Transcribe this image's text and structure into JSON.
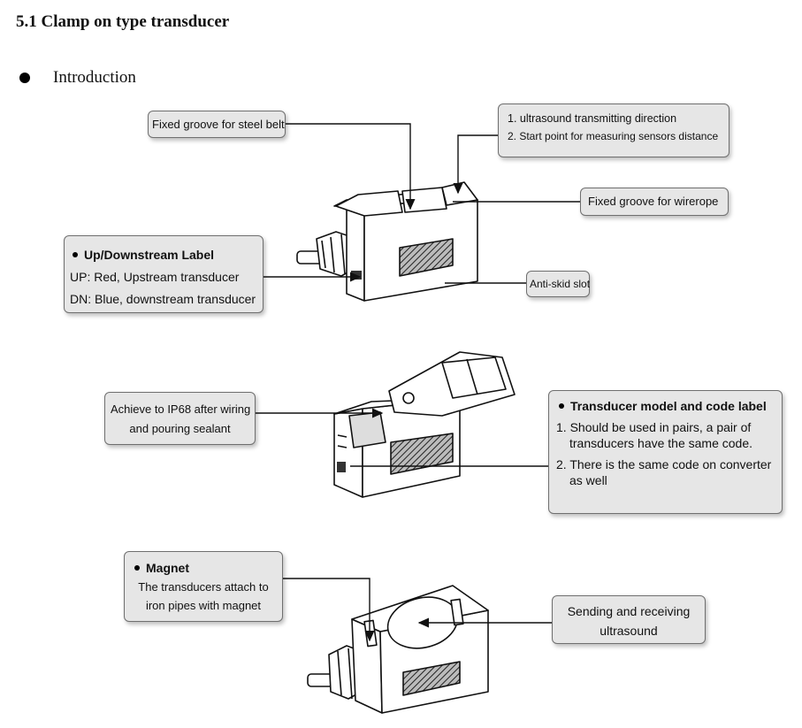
{
  "heading": "5.1 Clamp on type transducer",
  "intro": "Introduction",
  "callouts": {
    "steel_belt": "Fixed groove for steel belt",
    "ultrasound_dir_1": "1. ultrasound transmitting direction",
    "ultrasound_dir_2": "2. Start point for measuring sensors distance",
    "wirerope": "Fixed groove for wirerope",
    "updown_title": "Up/Downstream Label",
    "updown_up": "UP: Red, Upstream transducer",
    "updown_dn": "DN: Blue, downstream transducer",
    "anti_skid": "Anti-skid slot",
    "ip68_line1": "Achieve to IP68 after wiring",
    "ip68_line2": "and pouring sealant",
    "model_title": "Transducer model and code label",
    "model_1a": "1. Should be used in pairs, a pair of",
    "model_1b": "transducers have the same code.",
    "model_2a": "2. There is the same code on converter",
    "model_2b": "as well",
    "magnet_title": "Magnet",
    "magnet_l1": "The transducers attach to",
    "magnet_l2": "iron pipes with magnet",
    "sending_l1": "Sending and receiving",
    "sending_l2": "ultrasound"
  }
}
